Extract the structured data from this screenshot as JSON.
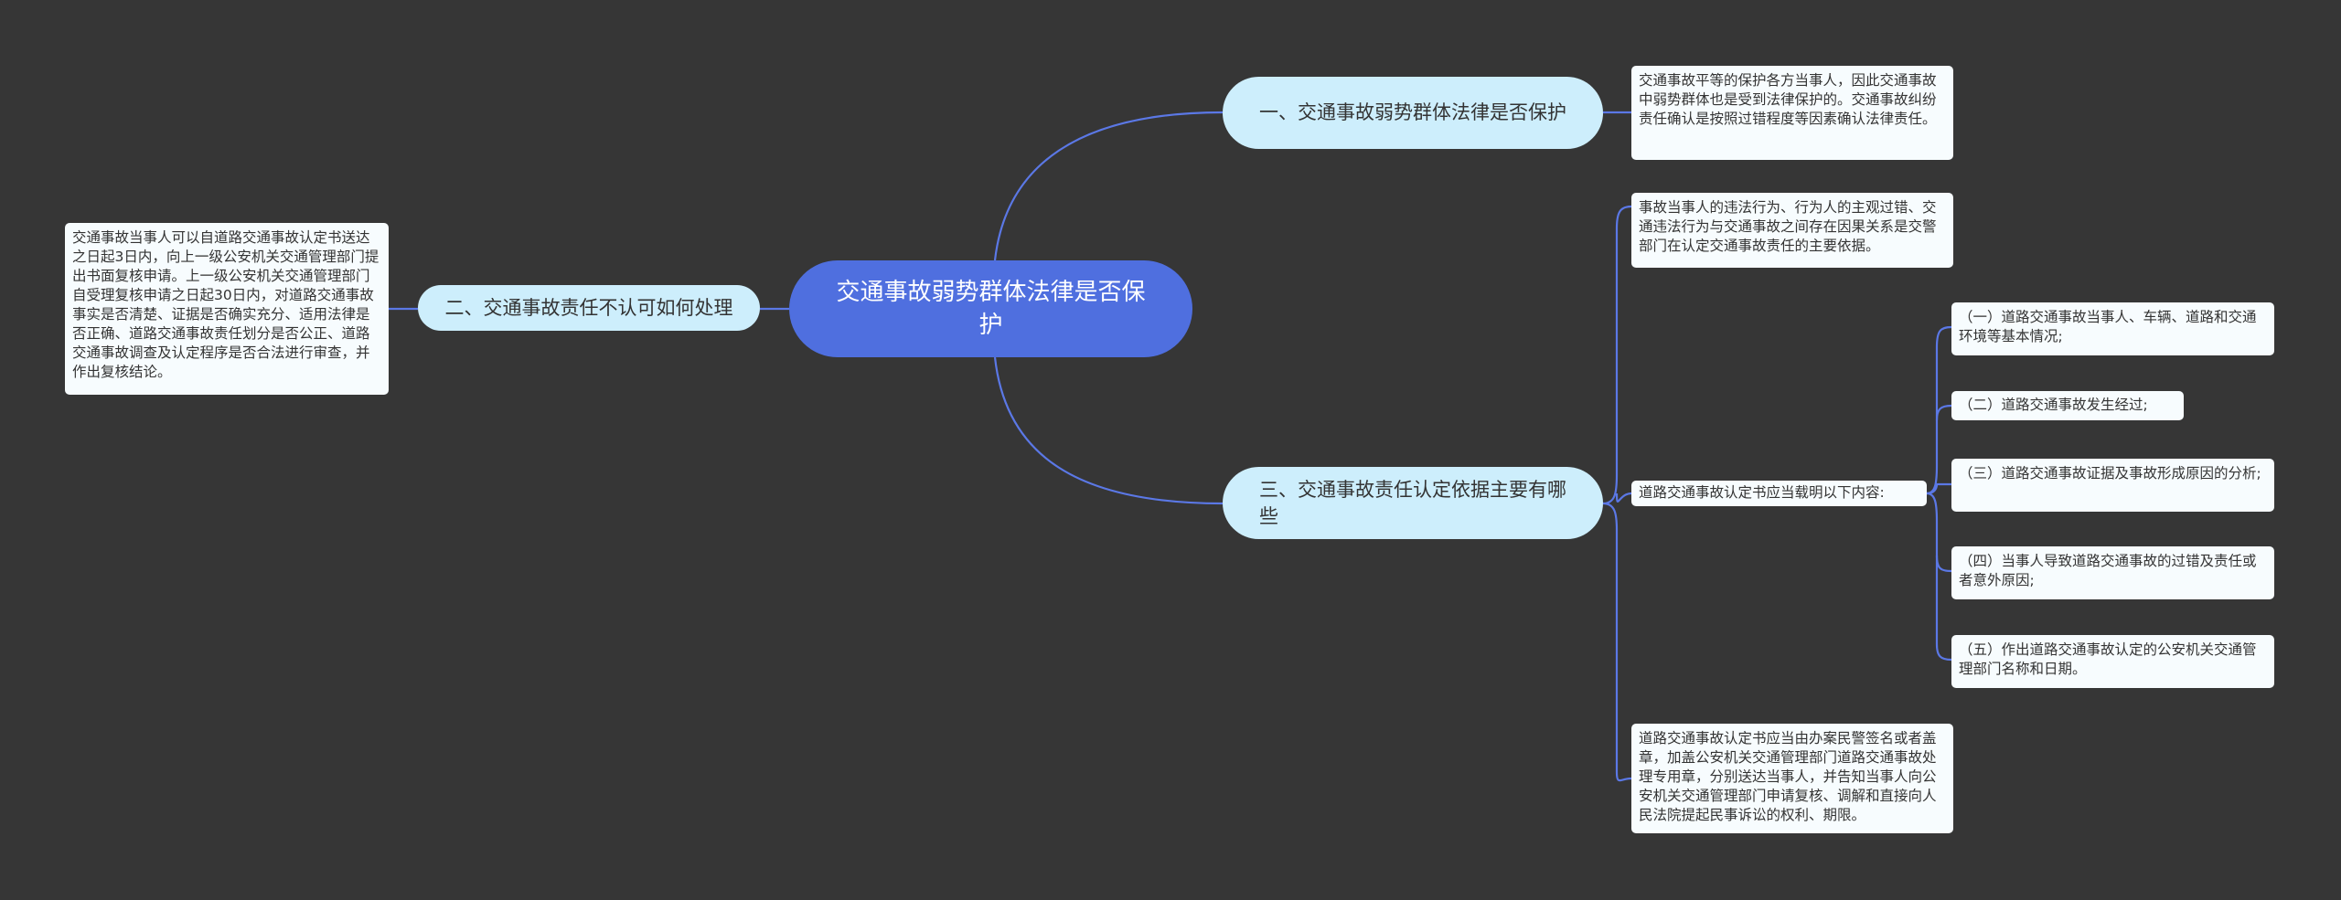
{
  "root": {
    "title": "交通事故弱势群体法律是否保护"
  },
  "branches": [
    {
      "label": "一、交通事故弱势群体法律是否保护",
      "children": [
        "交通事故平等的保护各方当事人，因此交通事故中弱势群体也是受到法律保护的。交通事故纠纷责任确认是按照过错程度等因素确认法律责任。"
      ]
    },
    {
      "label": "二、交通事故责任不认可如何处理",
      "children": [
        "交通事故当事人可以自道路交通事故认定书送达之日起3日内，向上一级公安机关交通管理部门提出书面复核申请。上一级公安机关交通管理部门自受理复核申请之日起30日内，对道路交通事故事实是否清楚、证据是否确实充分、适用法律是否正确、道路交通事故责任划分是否公正、道路交通事故调查及认定程序是否合法进行审查，并作出复核结论。"
      ]
    },
    {
      "label": "三、交通事故责任认定依据主要有哪些",
      "children": [
        "事故当事人的违法行为、行为人的主观过错、交通违法行为与交通事故之间存在因果关系是交警部门在认定交通事故责任的主要依据。",
        "道路交通事故认定书应当载明以下内容:",
        "道路交通事故认定书应当由办案民警签名或者盖章，加盖公安机关交通管理部门道路交通事故处理专用章，分别送达当事人，并告知当事人向公安机关交通管理部门申请复核、调解和直接向人民法院提起民事诉讼的权利、期限。"
      ],
      "sub_items": [
        "（一）道路交通事故当事人、车辆、道路和交通环境等基本情况;",
        "（二）道路交通事故发生经过;",
        "（三）道路交通事故证据及事故形成原因的分析;",
        "（四）当事人导致道路交通事故的过错及责任或者意外原因;",
        "（五）作出道路交通事故认定的公安机关交通管理部门名称和日期。"
      ]
    }
  ],
  "colors": {
    "background": "#363636",
    "root_fill": "#4f6fdf",
    "branch_fill": "#cdeefc",
    "leaf_fill": "#f7fcfe",
    "connector": "#5b78e6"
  }
}
